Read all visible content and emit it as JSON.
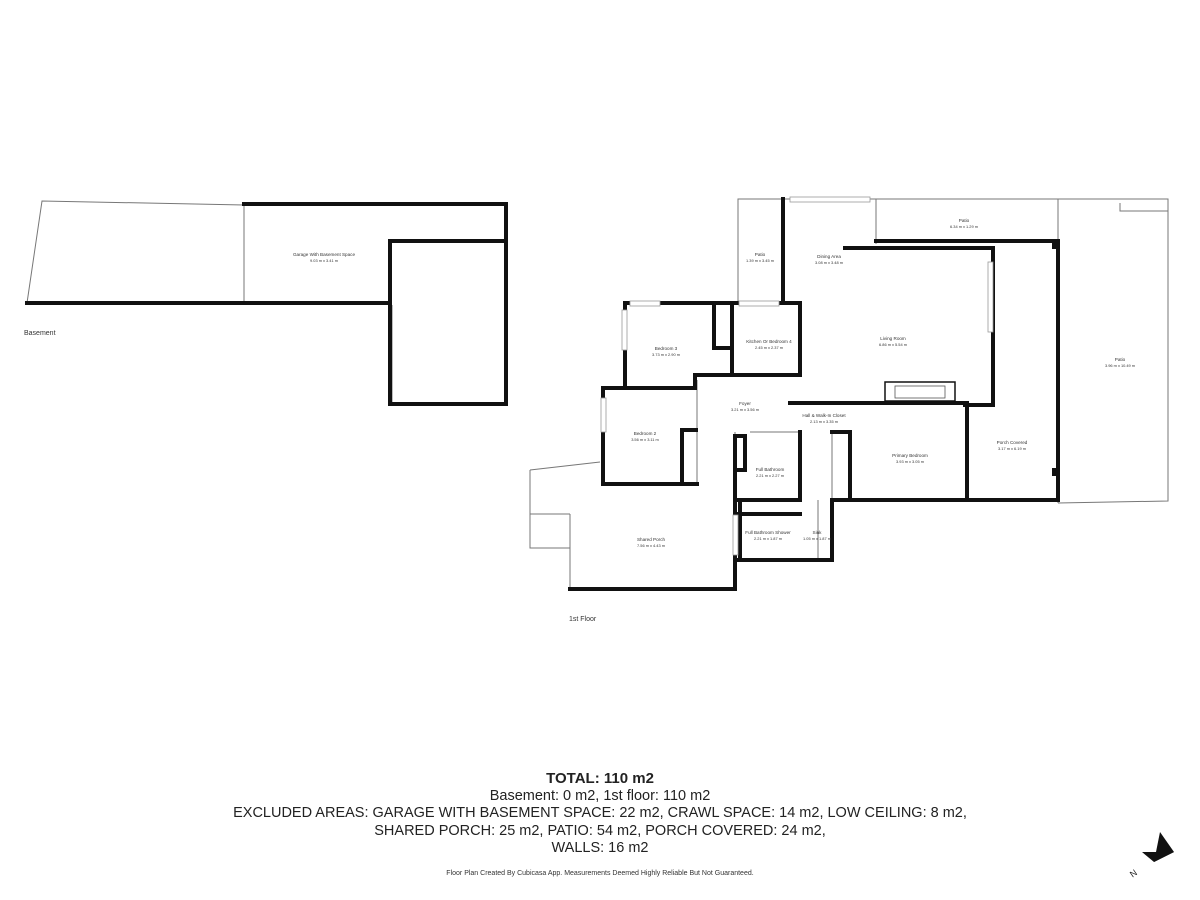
{
  "floors": {
    "basement": "Basement",
    "first": "1st Floor"
  },
  "rooms": {
    "garage": {
      "name": "Garage With Basement Space",
      "dim": "9.03 m x 3.41 m"
    },
    "patio_top": {
      "name": "Patio",
      "dim": "6.34 m x 1.29 m"
    },
    "patio_left": {
      "name": "Patio",
      "dim": "1.39 m x 3.45 m"
    },
    "dining": {
      "name": "Dining Area",
      "dim": "3.08 m x 3.48 m"
    },
    "living": {
      "name": "Living Room",
      "dim": "6.86 m x 5.54 m"
    },
    "patio_right": {
      "name": "Patio",
      "dim": "3.96 m x 10.49 m"
    },
    "bedroom3": {
      "name": "Bedroom 3",
      "dim": "3.73 m x 2.90 m"
    },
    "kitchen": {
      "name": "Kitchen Or Bedroom 4",
      "dim": "2.45 m x 2.37 m"
    },
    "foyer": {
      "name": "Foyer",
      "dim": "3.21 m x 3.56 m"
    },
    "hall": {
      "name": "Hall & Walk-In Closet",
      "dim": "2.13 m x 3.35 m"
    },
    "bedroom2": {
      "name": "Bedroom 2",
      "dim": "3.56 m x 3.11 m"
    },
    "full_bath": {
      "name": "Full Bathroom",
      "dim": "2.21 m x 2.27 m"
    },
    "primary": {
      "name": "Primary Bedroom",
      "dim": "3.93 m x 3.05 m"
    },
    "porch_covered": {
      "name": "Porch Covered",
      "dim": "3.17 m x 6.19 m"
    },
    "shared_porch": {
      "name": "Shared Porch",
      "dim": "7.56 m x 4.43 m"
    },
    "bath_shower": {
      "name": "Full Bathroom Shower",
      "dim": "2.21 m x 1.87 m"
    },
    "sink": {
      "name": "Sink",
      "dim": "1.05 m x 1.87 m"
    }
  },
  "summary": {
    "total": "TOTAL: 110 m2",
    "line1": "Basement: 0 m2, 1st floor: 110 m2",
    "line2": "EXCLUDED AREAS: GARAGE WITH BASEMENT SPACE: 22 m2, CRAWL SPACE: 14 m2, LOW CEILING: 8 m2,",
    "line3": "SHARED PORCH: 25 m2, PATIO: 54 m2, PORCH COVERED: 24 m2,",
    "line4": "WALLS: 16 m2"
  },
  "disclaimer": "Floor Plan Created By Cubicasa App. Measurements Deemed Highly Reliable But Not Guaranteed.",
  "compass": {
    "label": "N",
    "icon": "north-arrow-icon"
  }
}
